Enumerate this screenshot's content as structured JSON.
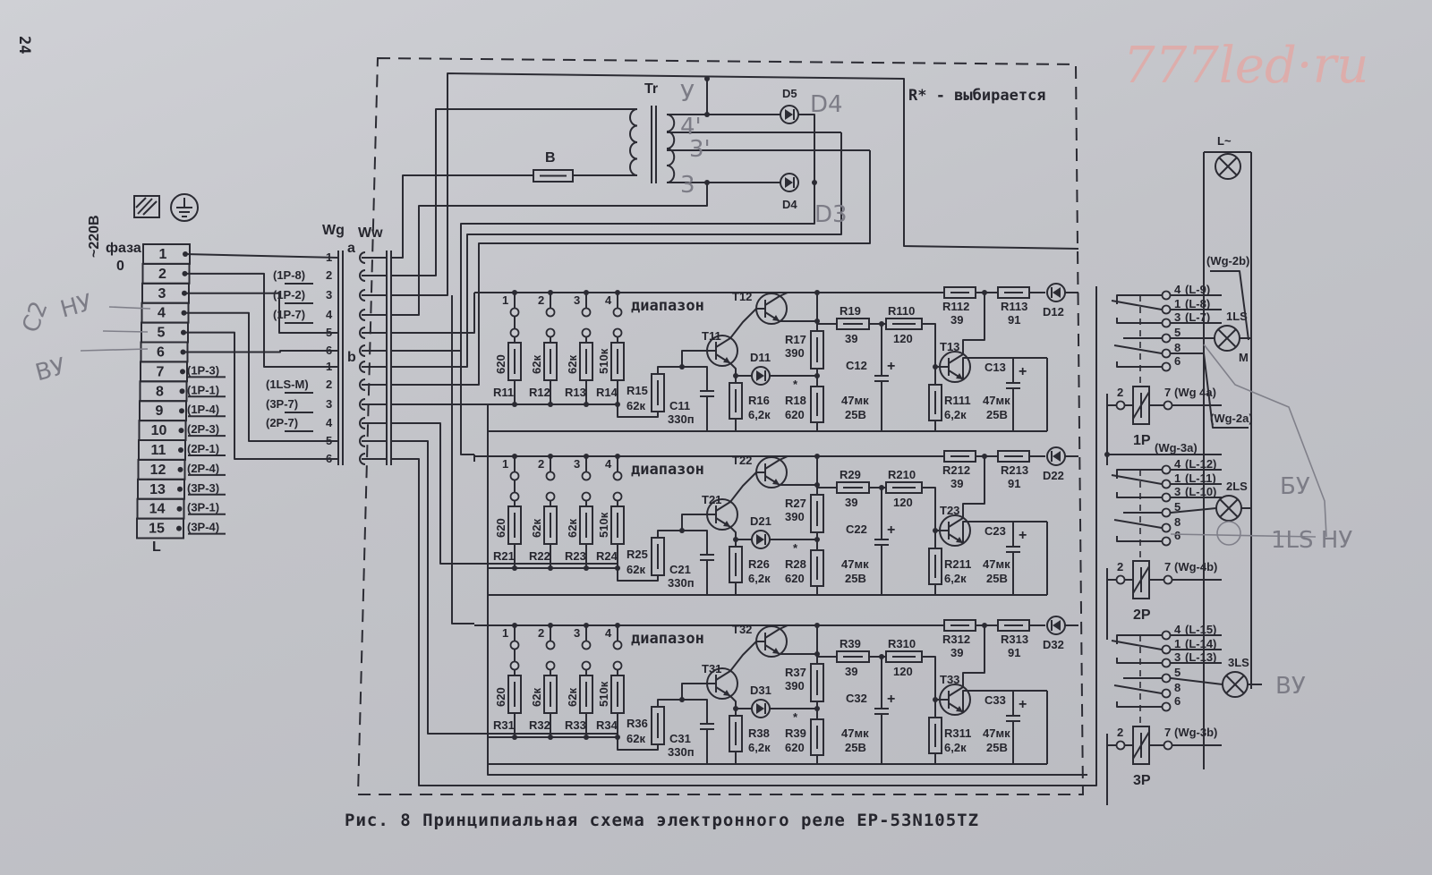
{
  "page_number": "24",
  "watermark": "777led·ru",
  "caption": "Рис. 8  Принципиальная схема электронного реле ЕР-53N105TZ",
  "note": "R* - выбирается",
  "power": {
    "voltage": "~220В",
    "phase": "фаза",
    "zero": "0"
  },
  "terminal_block": {
    "label": "L",
    "terminals": [
      "1",
      "2",
      "3",
      "4",
      "5",
      "6",
      "7",
      "8",
      "9",
      "10",
      "11",
      "12",
      "13",
      "14",
      "15"
    ],
    "refs": [
      "(1P-3)",
      "(1P-1)",
      "(1P-4)",
      "(2P-3)",
      "(2P-1)",
      "(2P-4)",
      "(3P-3)",
      "(3P-1)",
      "(3P-4)"
    ]
  },
  "connectors": {
    "wg": "Wg",
    "ww": "Ww",
    "group_a": "a",
    "group_b": "b",
    "pins": [
      "1",
      "2",
      "3",
      "4",
      "5",
      "6"
    ],
    "a_refs": [
      "(1P-8)",
      "(1P-2)",
      "(1P-7)"
    ],
    "b_refs": [
      "(1LS-M)",
      "(3P-7)",
      "(2P-7)"
    ]
  },
  "transformer": {
    "label": "Tr",
    "fuse": "B",
    "diode_top": "D5",
    "diode_bottom": "D4"
  },
  "handwritten": {
    "left_hy": "НУ",
    "left_c2": "С2",
    "left_by": "ВУ",
    "d4": "D4",
    "d3": "D3",
    "tap_y": "У",
    "tap_4": "4'",
    "tap_3p": "3'",
    "tap_3": "3",
    "by_2ls": "БУ",
    "hy_1ls": "1LS НУ",
    "by_3ls": "ВУ"
  },
  "stages": [
    {
      "range_label": "диапазон",
      "range_positions": [
        "1",
        "2",
        "3",
        "4"
      ],
      "t_out": "T12",
      "t_in": "T11",
      "t_buf": "T13",
      "diode": "D11",
      "diode_out": "D12",
      "r_range": [
        {
          "name": "R11",
          "value": "620"
        },
        {
          "name": "R12",
          "value": "62к"
        },
        {
          "name": "R13",
          "value": "62к"
        },
        {
          "name": "R14",
          "value": "510к"
        }
      ],
      "r_base": {
        "name": "R15",
        "value": "62к"
      },
      "c_in": {
        "name": "C11",
        "value": "330п"
      },
      "r_em": {
        "name": "R16",
        "value": "6,2к"
      },
      "r_col": {
        "name": "R17",
        "value": "390"
      },
      "r_sel": {
        "name": "R18",
        "value": "620",
        "mark": "*"
      },
      "r_a": {
        "name": "R19",
        "value": "39"
      },
      "r_b": {
        "name": "R110",
        "value": "120"
      },
      "c_a": {
        "name": "C12",
        "value": "47мк",
        "rating": "25В"
      },
      "r_buf": {
        "name": "R111",
        "value": "6,2к"
      },
      "c_b": {
        "name": "C13",
        "value": "47мк",
        "rating": "25В"
      },
      "r_out1": {
        "name": "R112",
        "value": "39"
      },
      "r_out2": {
        "name": "R113",
        "value": "91"
      }
    },
    {
      "range_label": "диапазон",
      "range_positions": [
        "1",
        "2",
        "3",
        "4"
      ],
      "t_out": "T22",
      "t_in": "T21",
      "t_buf": "T23",
      "diode": "D21",
      "diode_out": "D22",
      "r_range": [
        {
          "name": "R21",
          "value": "620"
        },
        {
          "name": "R22",
          "value": "62к"
        },
        {
          "name": "R23",
          "value": "62к"
        },
        {
          "name": "R24",
          "value": "510к"
        }
      ],
      "r_base": {
        "name": "R25",
        "value": "62к"
      },
      "c_in": {
        "name": "C21",
        "value": "330п"
      },
      "r_em": {
        "name": "R26",
        "value": "6,2к"
      },
      "r_col": {
        "name": "R27",
        "value": "390"
      },
      "r_sel": {
        "name": "R28",
        "value": "620",
        "mark": "*"
      },
      "r_a": {
        "name": "R29",
        "value": "39"
      },
      "r_b": {
        "name": "R210",
        "value": "120"
      },
      "c_a": {
        "name": "C22",
        "value": "47мк",
        "rating": "25В"
      },
      "r_buf": {
        "name": "R211",
        "value": "6,2к"
      },
      "c_b": {
        "name": "C23",
        "value": "47мк",
        "rating": "25В"
      },
      "r_out1": {
        "name": "R212",
        "value": "39"
      },
      "r_out2": {
        "name": "R213",
        "value": "91"
      }
    },
    {
      "range_label": "диапазон",
      "range_positions": [
        "1",
        "2",
        "3",
        "4"
      ],
      "t_out": "T32",
      "t_in": "T31",
      "t_buf": "T33",
      "diode": "D31",
      "diode_out": "D32",
      "r_range": [
        {
          "name": "R31",
          "value": "620"
        },
        {
          "name": "R32",
          "value": "62к"
        },
        {
          "name": "R33",
          "value": "62к"
        },
        {
          "name": "R34",
          "value": "510к"
        }
      ],
      "r_base": {
        "name": "R36",
        "value": "62к"
      },
      "c_in": {
        "name": "C31",
        "value": "330п"
      },
      "r_em": {
        "name": "R38",
        "value": "6,2к"
      },
      "r_col": {
        "name": "R37",
        "value": "390"
      },
      "r_sel": {
        "name": "R39",
        "value": "620",
        "mark": "*"
      },
      "r_a": {
        "name": "R39",
        "value": "39"
      },
      "r_b": {
        "name": "R310",
        "value": "120"
      },
      "c_a": {
        "name": "C32",
        "value": "47мк",
        "rating": "25В"
      },
      "r_buf": {
        "name": "R311",
        "value": "6,2к"
      },
      "c_b": {
        "name": "C33",
        "value": "47мк",
        "rating": "25В"
      },
      "r_out1": {
        "name": "R312",
        "value": "39"
      },
      "r_out2": {
        "name": "R313",
        "value": "91"
      }
    }
  ],
  "relays": [
    {
      "coil": "1P",
      "pin_in": "2",
      "pin_out": "7",
      "out_ref": "(Wg 4a)",
      "top_ref": "",
      "contacts": [
        {
          "pin": "4",
          "ref": "(L-9)"
        },
        {
          "pin": "1",
          "ref": "(L-8)"
        },
        {
          "pin": "3",
          "ref": "(L-7)"
        },
        {
          "pin": "5",
          "ref": ""
        },
        {
          "pin": "8",
          "ref": ""
        },
        {
          "pin": "6",
          "ref": ""
        }
      ]
    },
    {
      "coil": "2P",
      "pin_in": "2",
      "pin_out": "7",
      "out_ref": "(Wg-4b)",
      "top_ref": "(Wg-3a)",
      "contacts": [
        {
          "pin": "4",
          "ref": "(L-12)"
        },
        {
          "pin": "1",
          "ref": "(L-11)"
        },
        {
          "pin": "3",
          "ref": "(L-10)"
        },
        {
          "pin": "5",
          "ref": ""
        },
        {
          "pin": "8",
          "ref": ""
        },
        {
          "pin": "6",
          "ref": ""
        }
      ]
    },
    {
      "coil": "3P",
      "pin_in": "2",
      "pin_out": "7",
      "out_ref": "(Wg-3b)",
      "top_ref": "",
      "contacts": [
        {
          "pin": "4",
          "ref": "(L-15)"
        },
        {
          "pin": "1",
          "ref": "(L-14)"
        },
        {
          "pin": "3",
          "ref": "(L-13)"
        },
        {
          "pin": "5",
          "ref": ""
        },
        {
          "pin": "8",
          "ref": ""
        },
        {
          "pin": "6",
          "ref": ""
        }
      ]
    }
  ],
  "lamps": {
    "mains": "L~",
    "l1": "1LS",
    "l1_mark": "M",
    "l2": "2LS",
    "l3": "3LS"
  },
  "wg_refs": {
    "top": "(Wg-2b)",
    "mid": "(Wg-2a)"
  }
}
